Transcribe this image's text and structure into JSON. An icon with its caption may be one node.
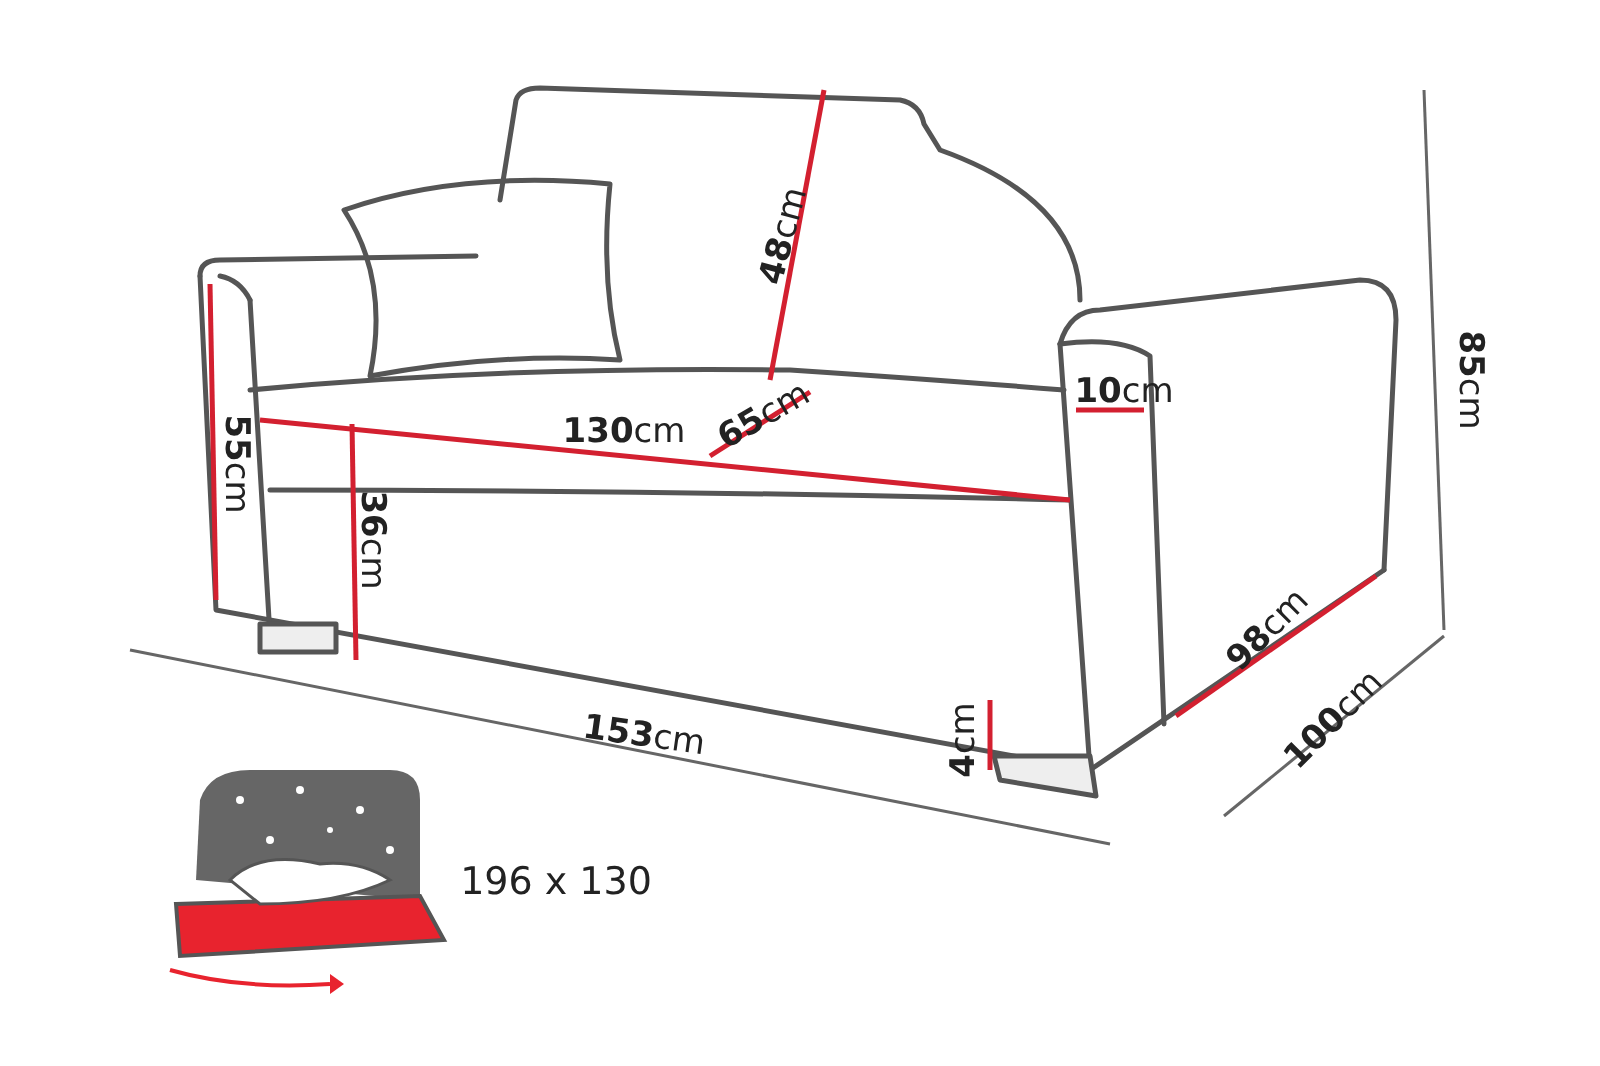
{
  "diagram": {
    "labels": [
      "**48**cm",
      "**85**cm",
      "**10**cm",
      "**55**cm",
      "**130**cm",
      "**65**cm",
      "**36**cm",
      "**98**cm",
      "**100**cm",
      "**153**cm",
      "**4**cm",
      "196 x 130"
    ]
  }
}
